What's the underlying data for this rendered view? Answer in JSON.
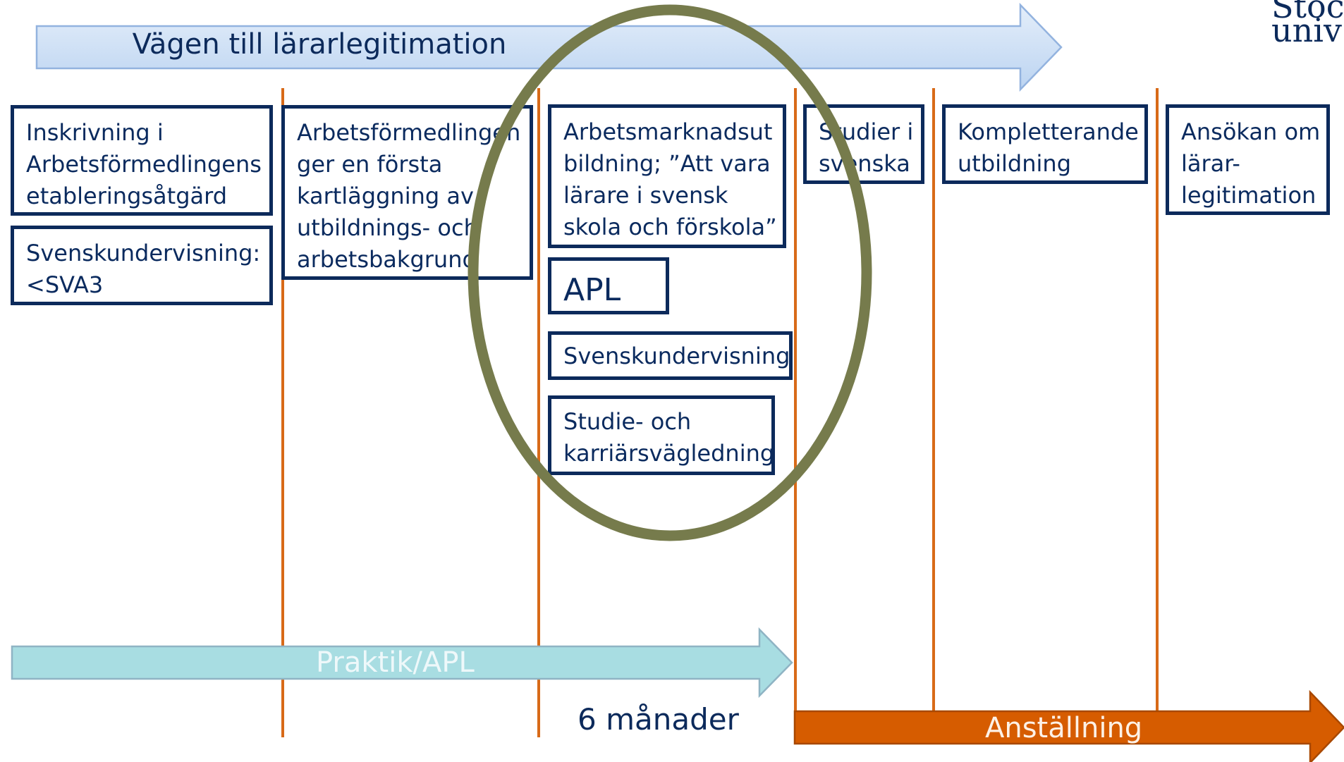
{
  "header_arrow": {
    "label": "Vägen till lärarlegitimation"
  },
  "logo": {
    "line1": "Stoc",
    "line2": "univ"
  },
  "steps": [
    {
      "lines": [
        "Inskrivning i",
        "Arbetsförmedlingens",
        "etableringsåtgärd"
      ]
    },
    {
      "lines": [
        "Svenskundervisning:",
        "<SVA3"
      ]
    },
    {
      "lines": [
        "Arbetsförmedlingen",
        "ger en första",
        "kartläggning av",
        "utbildnings- och",
        "arbetsbakgrund"
      ]
    },
    {
      "lines": [
        "Arbetsmarknadsut",
        "bildning; ”Att vara",
        "lärare i svensk",
        "skola och förskola”"
      ]
    },
    {
      "lines": [
        "APL"
      ]
    },
    {
      "lines": [
        "Svenskundervisning"
      ]
    },
    {
      "lines": [
        "Studie- och",
        "karriärsvägledning"
      ]
    },
    {
      "lines": [
        "Studier i",
        "svenska"
      ]
    },
    {
      "lines": [
        "Kompletterande",
        "utbildning"
      ]
    },
    {
      "lines": [
        "Ansökan om",
        "lärar-",
        "legitimation"
      ]
    }
  ],
  "practice_arrow": {
    "label": "Praktik/APL"
  },
  "duration": {
    "label": "6 månader"
  },
  "employment_arrow": {
    "label": "Anställning"
  },
  "colors": {
    "header_arrow_top": "#e4eefa",
    "header_arrow_bottom": "#bcd4f1",
    "header_arrow_border": "#93b3df",
    "box_border": "#0c2a5b",
    "text": "#0a2a5e",
    "divider": "#d86a18",
    "highlight_ellipse": "#767b4c",
    "practice_arrow_fill": "#a8dde2",
    "practice_arrow_border": "#8fb4c4",
    "employment_arrow_fill": "#d65c00",
    "employment_arrow_border": "#a84800"
  }
}
